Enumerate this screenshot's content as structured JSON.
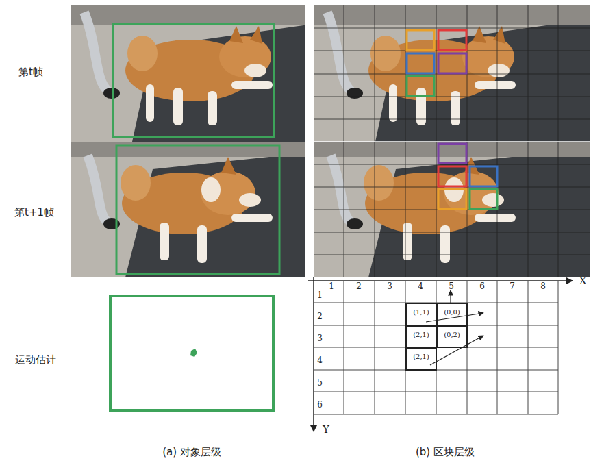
{
  "diagram": {
    "nodes": [
      {
        "text": [
          "(1,1)"
        ]
      },
      {
        "text": [
          "(0,0)"
        ]
      },
      {
        "text": [
          "(2,1)"
        ]
      },
      {
        "text": [
          "(0,2)"
        ]
      },
      {
        "text": [
          "(2,1)"
        ]
      }
    ],
    "labels": [
      "第t帧",
      "第t+1帧",
      "运动估计",
      "(a) 对象层级",
      "(b) 区块层级",
      "X",
      "Y",
      "1",
      "2",
      "3",
      "4",
      "5",
      "6",
      "7",
      "8",
      "1",
      "2",
      "3",
      "4",
      "5",
      "6"
    ]
  }
}
